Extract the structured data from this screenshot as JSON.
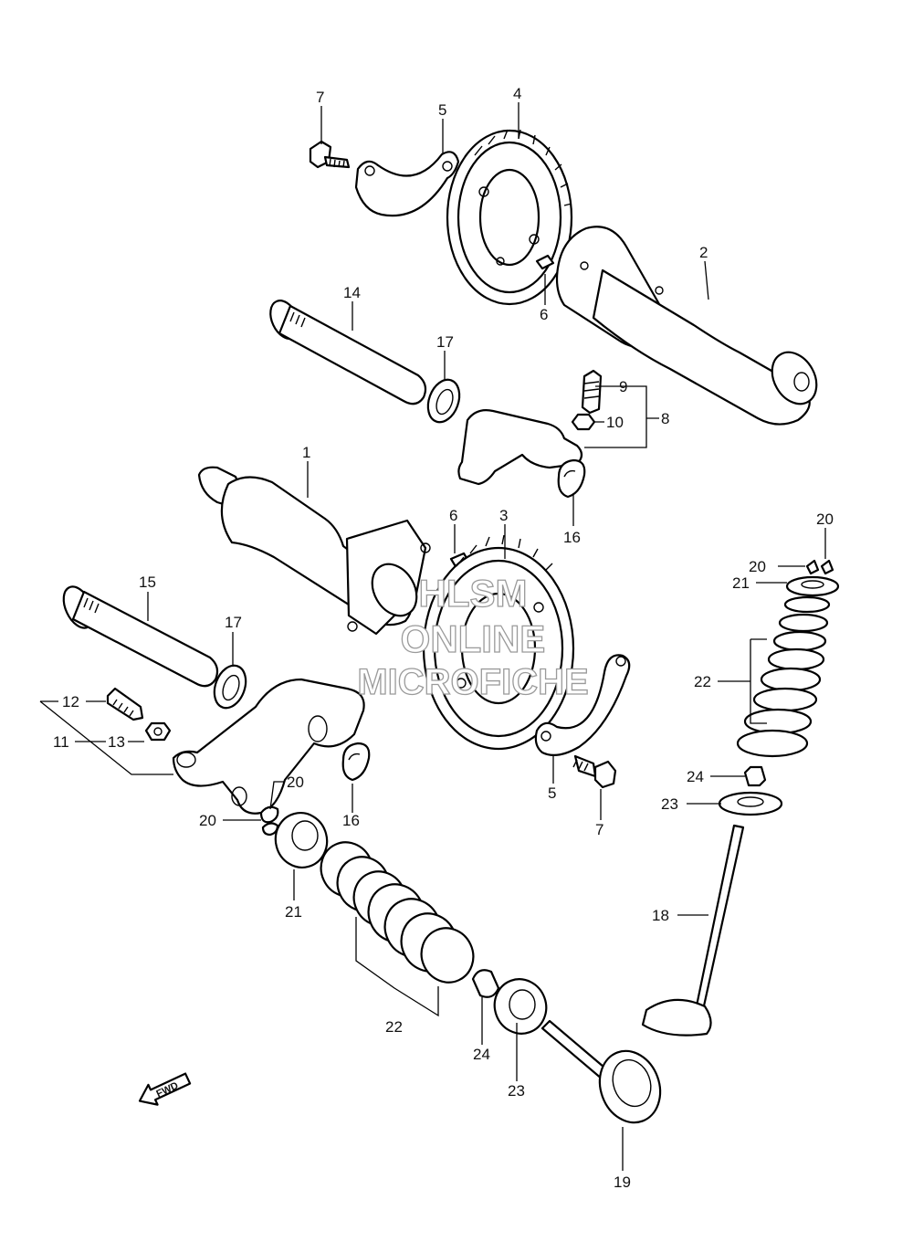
{
  "parts": {
    "p1": "1",
    "p2": "2",
    "p3": "3",
    "p4": "4",
    "p5a": "5",
    "p5b": "5",
    "p6a": "6",
    "p6b": "6",
    "p7a": "7",
    "p7b": "7",
    "p8": "8",
    "p9": "9",
    "p10": "10",
    "p11": "11",
    "p12": "12",
    "p13": "13",
    "p14": "14",
    "p15": "15",
    "p16a": "16",
    "p16b": "16",
    "p17a": "17",
    "p17b": "17",
    "p18": "18",
    "p19": "19",
    "p20a": "20",
    "p20b": "20",
    "p20c": "20",
    "p20d": "20",
    "p21a": "21",
    "p21b": "21",
    "p22a": "22",
    "p22b": "22",
    "p23a": "23",
    "p23b": "23",
    "p24a": "24",
    "p24b": "24"
  },
  "watermark": {
    "line1": "HLSM",
    "line2": "ONLINE",
    "line3": "MICROFICHE"
  },
  "fwd_label": "FWD"
}
